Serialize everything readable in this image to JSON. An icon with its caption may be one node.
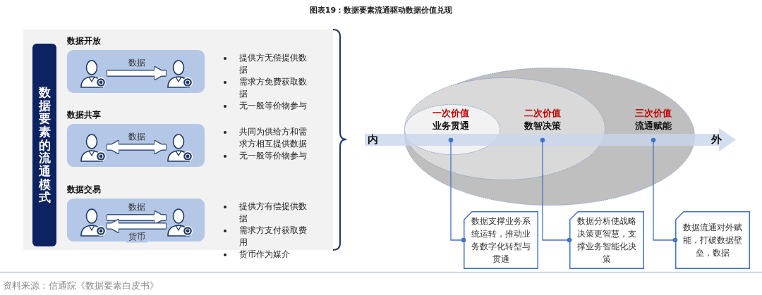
{
  "diagram": {
    "title": "图表19：数据要素流通驱动数据价值兑现",
    "nodes": [
      {
        "text": [],
        "shape": "box"
      },
      {
        "text": [
          "数据要素的流通模式"
        ],
        "in": 0
      },
      {
        "text": [
          "数据开放"
        ],
        "in": 0,
        "beside": [
          "提供方无偿提供数据",
          "需求方免费获取数据",
          "无一般等价物参与"
        ]
      },
      {
        "text": [],
        "shape": "person",
        "in": 2
      },
      {
        "text": [],
        "shape": "person",
        "in": 2
      },
      {
        "text": [
          "数据共享"
        ],
        "in": 0,
        "beside": [
          "共同为供给方和需求方相互提供数据",
          "无一般等价物参与"
        ]
      },
      {
        "text": [],
        "shape": "person",
        "in": 5
      },
      {
        "text": [],
        "shape": "person",
        "in": 5
      },
      {
        "text": [
          "数据交易"
        ],
        "in": 0,
        "beside": [
          "提供方有偿提供数据",
          "需求方支付获取费用",
          "货币作为媒介"
        ]
      },
      {
        "text": [],
        "shape": "person",
        "in": 8
      },
      {
        "text": [],
        "shape": "person",
        "in": 8
      },
      {
        "text": [
          "三次价值",
          "流通赋能"
        ]
      },
      {
        "text": [
          "二次价值",
          "数智决策"
        ],
        "in": 11
      },
      {
        "text": [
          "一次价值",
          "业务贯通"
        ],
        "in": 12
      },
      {
        "text": [
          "数据支撑业务系统运转，推动业务数字化转型与贯通"
        ]
      },
      {
        "text": [
          "数据分析使战略决策更智慧，支撑业务智能化决策"
        ]
      },
      {
        "text": [
          "数据流通对外赋能，打破数据壁垒，数据"
        ]
      }
    ],
    "edges": [
      {
        "from": 3,
        "to": 4,
        "arrow": "to",
        "label": "数据"
      },
      {
        "from": 6,
        "to": 7,
        "arrow": "both",
        "label": "数据"
      },
      {
        "from": 9,
        "to": 10,
        "arrow": "to",
        "label": "数据"
      },
      {
        "from": 10,
        "to": 9,
        "arrow": "to",
        "label": "货币"
      },
      {
        "from": 14,
        "to": 13,
        "arrow": "other",
        "color": "#4472c4"
      },
      {
        "from": 15,
        "to": 12,
        "arrow": "other",
        "color": "#4472c4"
      },
      {
        "from": 16,
        "to": 11,
        "arrow": "other",
        "color": "#4472c4"
      }
    ],
    "labels": [
      "内",
      "外",
      "资料来源：信通院《数据要素白皮书》"
    ]
  }
}
